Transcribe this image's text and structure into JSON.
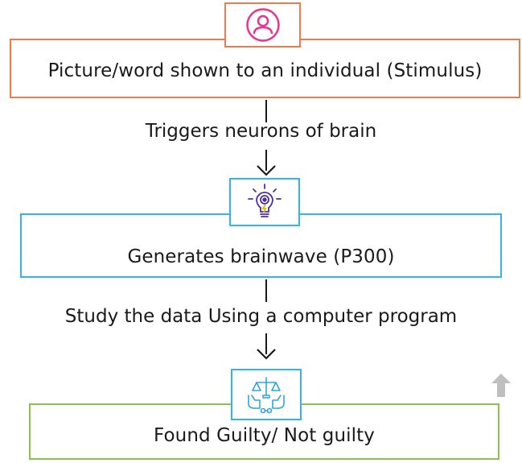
{
  "steps": [
    {
      "label": "Picture/word shown to an individual (Stimulus)",
      "icon": "person-icon",
      "color": "#f07a4a",
      "icon_color": "#e6358f"
    },
    {
      "label": "Generates brainwave (P300)",
      "icon": "lightbulb-brain-icon",
      "color": "#33b4ea",
      "icon_color": "#4b2f9e"
    },
    {
      "label": "Found Guilty/ Not guilty",
      "icon": "justice-scales-icon",
      "color": "#8bc34a",
      "icon_color": "#2fa6d6"
    }
  ],
  "connectors": [
    {
      "label": "Triggers neurons of brain"
    },
    {
      "label": "Study the data Using a computer program"
    }
  ],
  "scroll_up_icon": "arrow-up-icon",
  "scroll_up_color": "#bfbfbf"
}
